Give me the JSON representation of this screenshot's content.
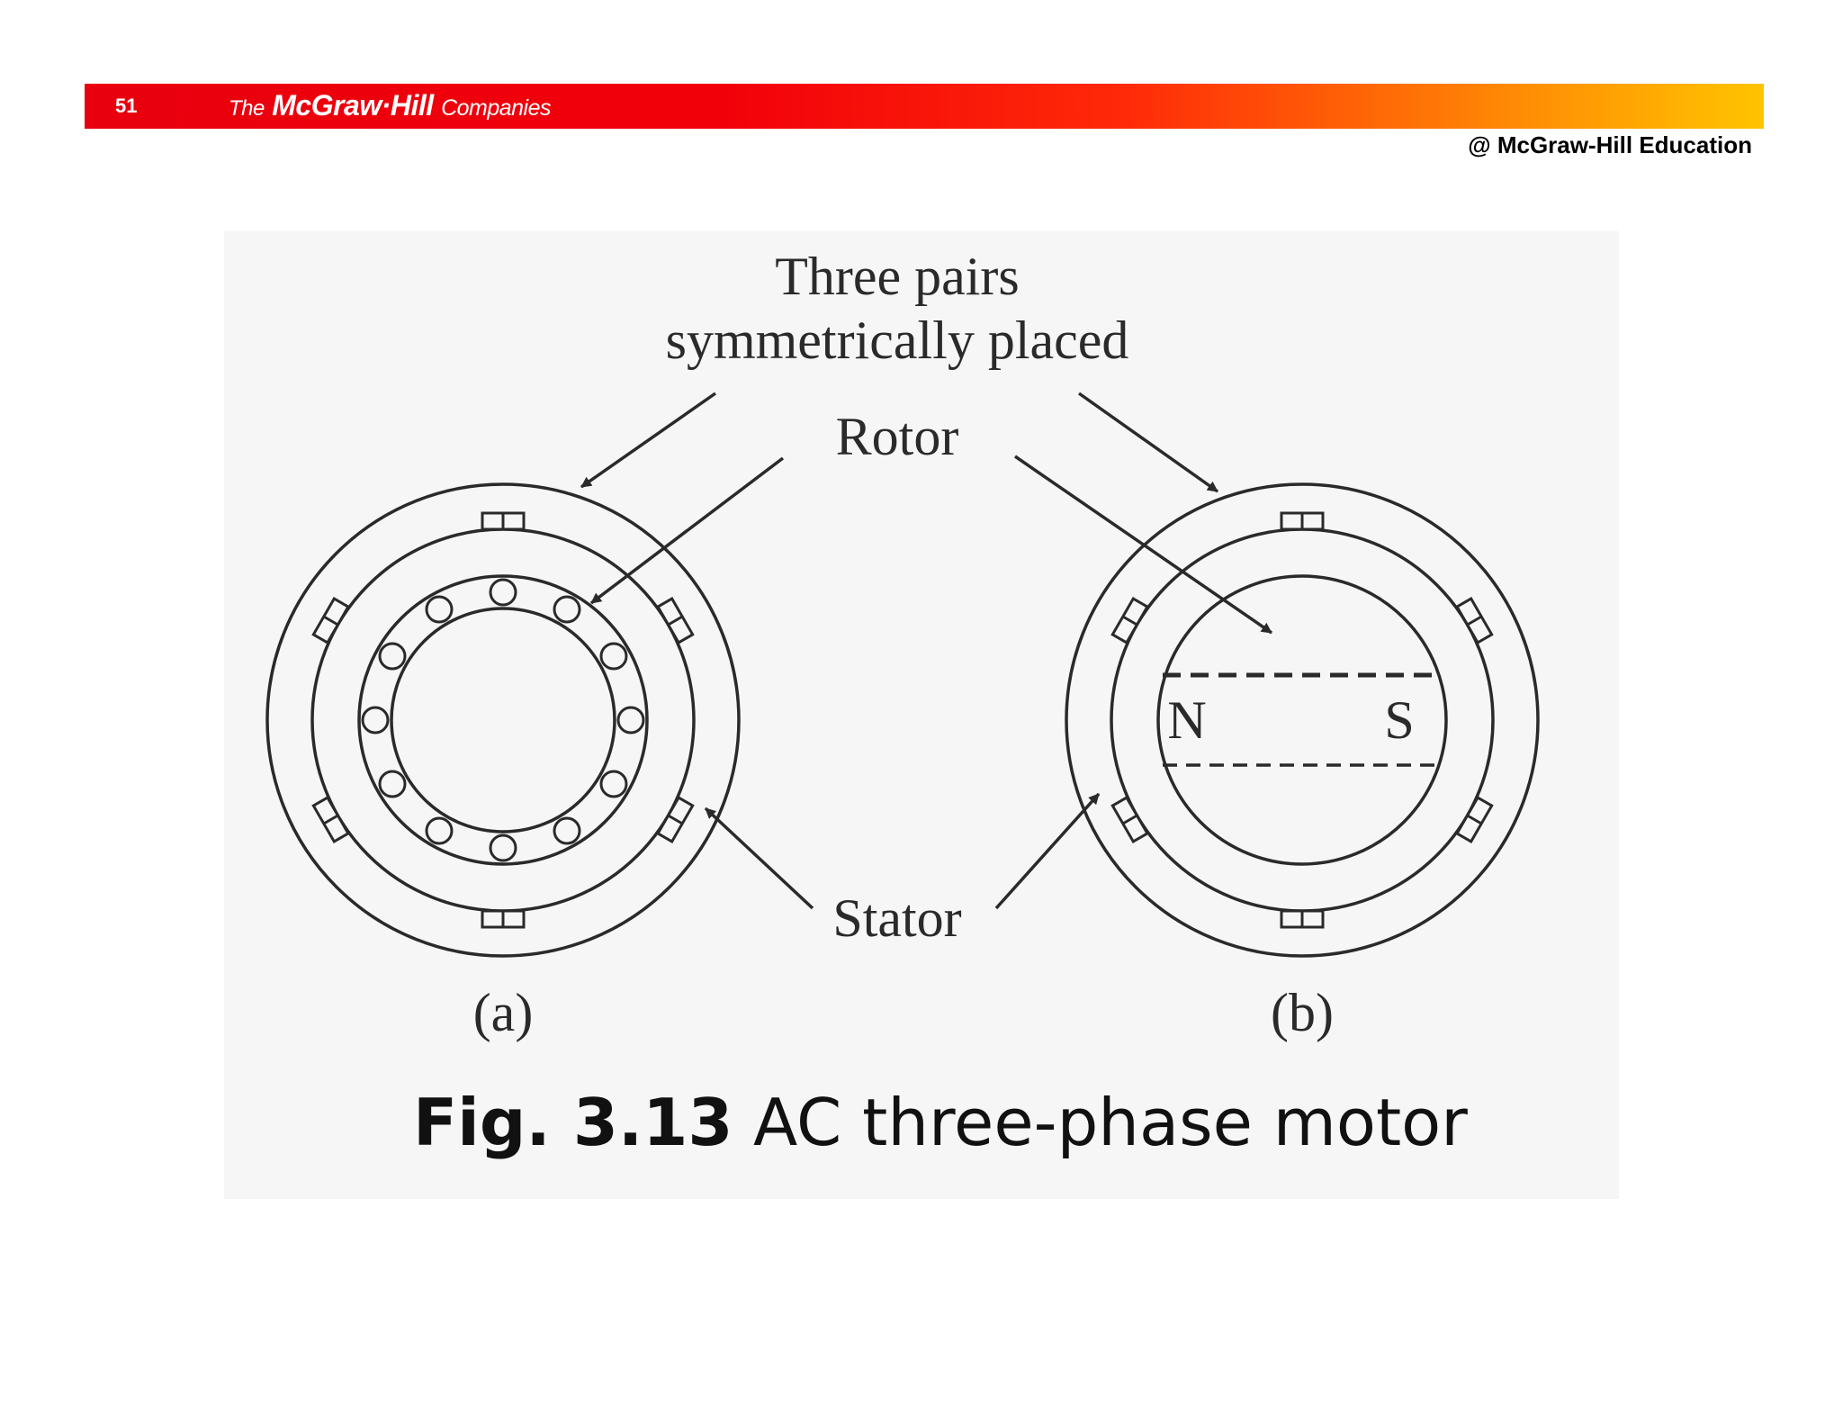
{
  "header": {
    "page_number": "51",
    "logo": {
      "prefix": "The",
      "brand": "McGraw·Hill",
      "suffix": "Companies"
    },
    "copyright": "@ McGraw-Hill Education"
  },
  "diagram": {
    "labels": {
      "pairs_line1": "Three pairs",
      "pairs_line2": "symmetrically placed",
      "rotor": "Rotor",
      "stator": "Stator",
      "sub_a": "(a)",
      "sub_b": "(b)",
      "north": "N",
      "south": "S"
    },
    "caption": {
      "number": "Fig. 3.13",
      "text": "AC three-phase motor"
    }
  },
  "colors": {
    "header_gradient_start": "#e8000e",
    "header_gradient_end": "#ffc400",
    "ink": "#2a2a2a"
  }
}
